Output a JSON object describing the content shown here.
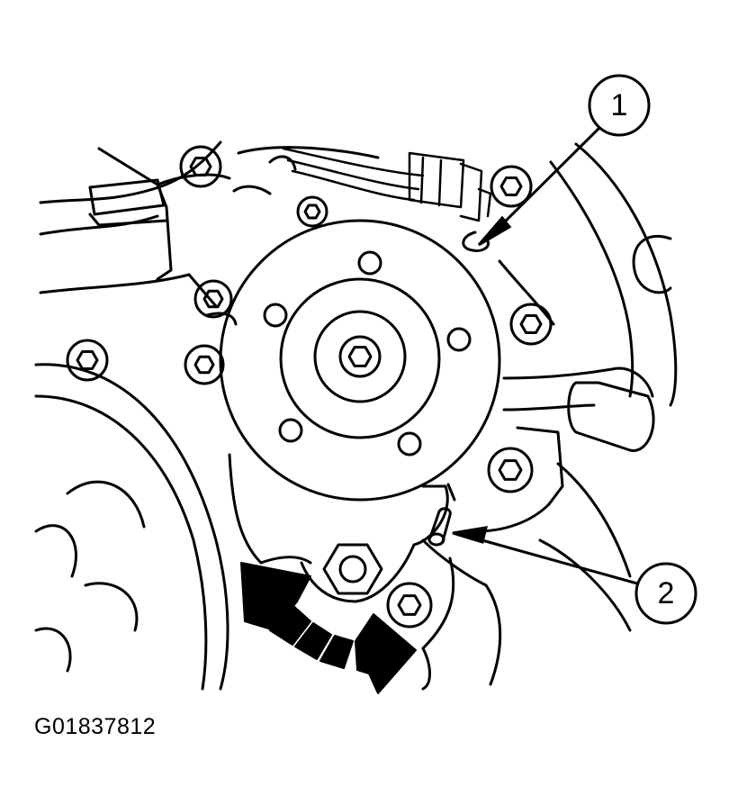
{
  "figure": {
    "id_label": "G01837812",
    "callouts": [
      {
        "number": "1"
      },
      {
        "number": "2"
      }
    ]
  }
}
